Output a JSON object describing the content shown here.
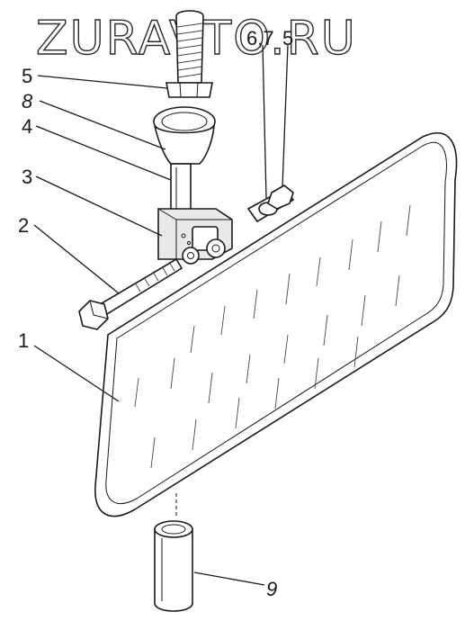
{
  "watermark": {
    "text": "ZURAVTO.RU"
  },
  "callouts": {
    "c1": "1",
    "c2": "2",
    "c3": "3",
    "c4": "4",
    "c5_left": "5",
    "c8": "8",
    "c67": "6,7",
    "c5_top": "5",
    "c9": "9"
  },
  "icons": {
    "mirror": "rear-view-mirror",
    "stud": "threaded-stud",
    "nut": "hex-nut",
    "bolt": "hex-bolt",
    "cap": "cap-tube"
  }
}
